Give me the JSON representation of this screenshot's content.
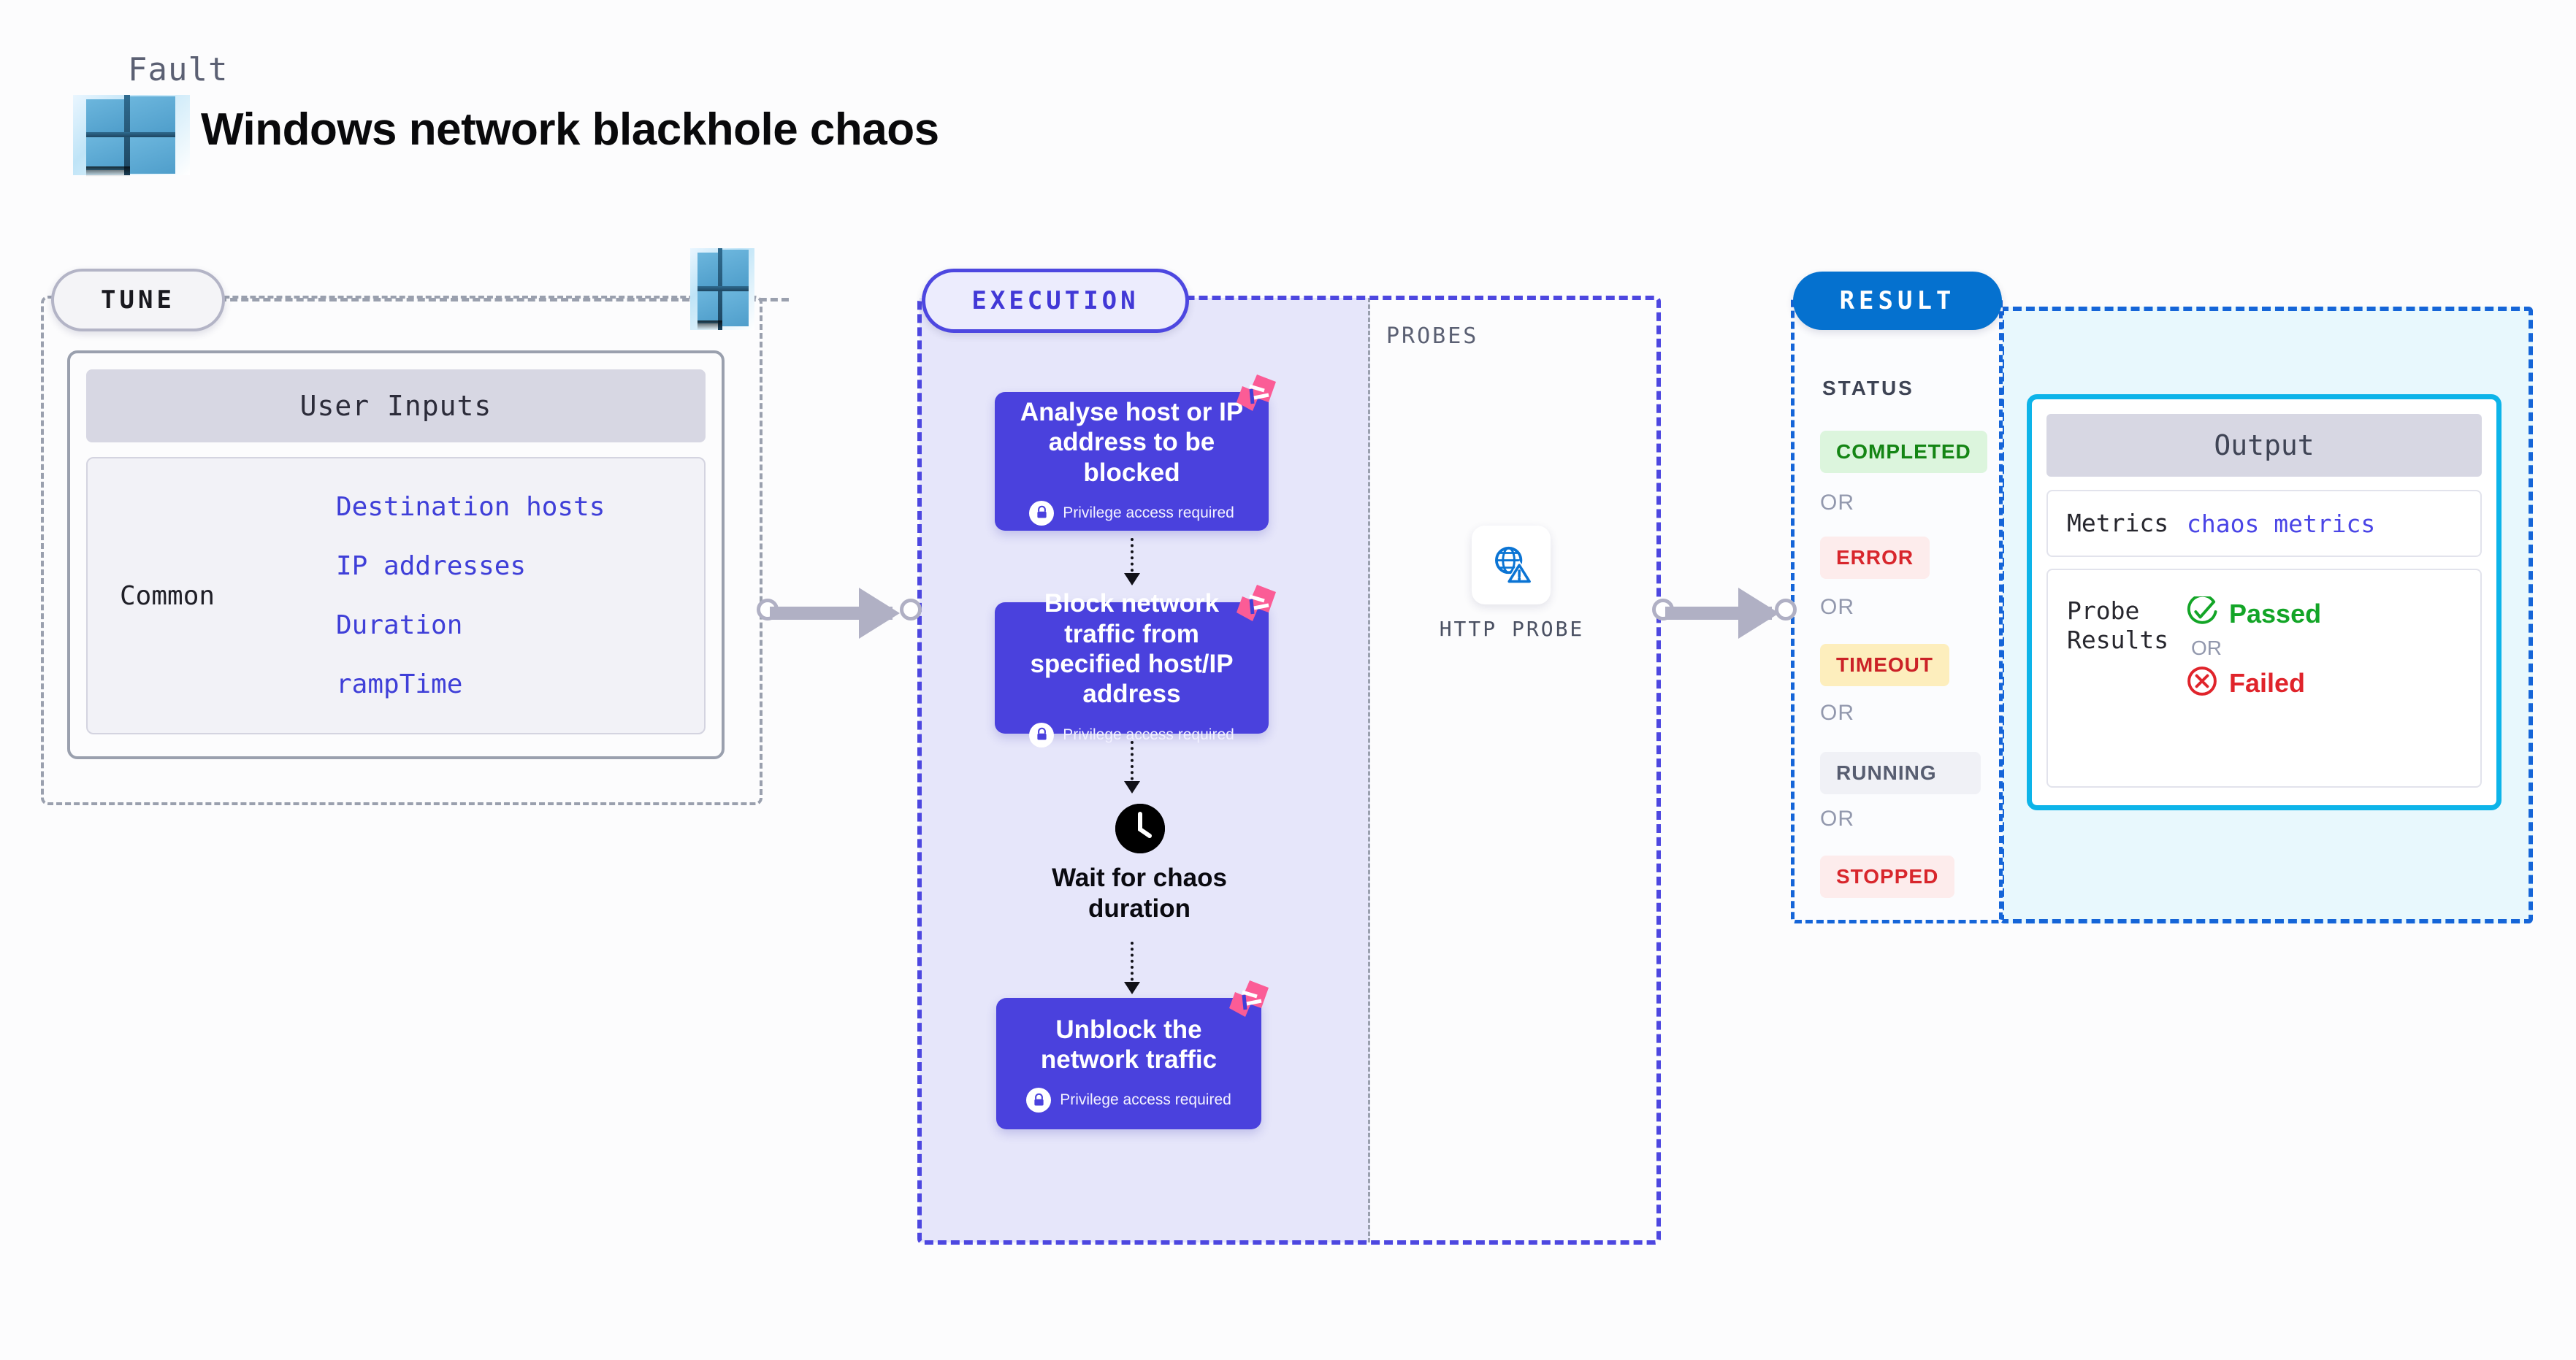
{
  "header": {
    "kicker": "Fault",
    "title": "Windows network blackhole chaos",
    "logo_icon": "windows-logo-icon"
  },
  "tune": {
    "badge": "TUNE",
    "platform_icon": "windows-logo-icon",
    "card": {
      "header": "User Inputs",
      "group_label": "Common",
      "inputs": [
        "Destination hosts",
        "IP addresses",
        "Duration",
        "rampTime"
      ]
    }
  },
  "execution": {
    "badge": "EXECUTION",
    "steps": [
      {
        "title": "Analyse host or IP address to be blocked",
        "privilege": "Privilege access required",
        "lock_icon": "lock-icon",
        "corner_icon": "chaos-fault-icon"
      },
      {
        "title": "Block network traffic from specified host/IP address",
        "privilege": "Privilege access required",
        "lock_icon": "lock-icon",
        "corner_icon": "chaos-fault-icon"
      },
      {
        "title": "Unblock the network traffic",
        "privilege": "Privilege access required",
        "lock_icon": "lock-icon",
        "corner_icon": "chaos-fault-icon"
      }
    ],
    "wait": {
      "label": "Wait for chaos duration",
      "icon": "clock-icon"
    }
  },
  "probes": {
    "label": "PROBES",
    "items": [
      {
        "name": "HTTP PROBE",
        "icon": "globe-warning-icon"
      }
    ]
  },
  "result": {
    "badge": "RESULT",
    "status_title": "STATUS",
    "or_label": "OR",
    "statuses": [
      {
        "label": "COMPLETED",
        "bg": "#dcf5dd",
        "fg": "#148514"
      },
      {
        "label": "ERROR",
        "bg": "#fdecec",
        "fg": "#d8262c"
      },
      {
        "label": "TIMEOUT",
        "bg": "#fdeebd",
        "fg": "#cb2227"
      },
      {
        "label": "RUNNING",
        "bg": "#f0f1f6",
        "fg": "#575d70"
      },
      {
        "label": "STOPPED",
        "bg": "#fdecec",
        "fg": "#d8262c"
      }
    ],
    "output": {
      "header": "Output",
      "metrics_key": "Metrics",
      "metrics_value": "chaos metrics",
      "probe_results_key": "Probe Results",
      "passed": "Passed",
      "failed": "Failed",
      "or_label": "OR",
      "passed_icon": "check-circle-icon",
      "failed_icon": "x-circle-icon"
    }
  },
  "connectors": {
    "tune_to_execution_icon": "arrow-right-icon",
    "probes_to_result_icon": "arrow-right-icon"
  },
  "colors": {
    "accent_purple": "#4a41dd",
    "panel_lavender": "#e6e6fa",
    "result_blue": "#0571cf",
    "output_border_cyan": "#0db4e9",
    "corner_pink": "#fb5c96",
    "link_blue": "#3f3fd8"
  }
}
